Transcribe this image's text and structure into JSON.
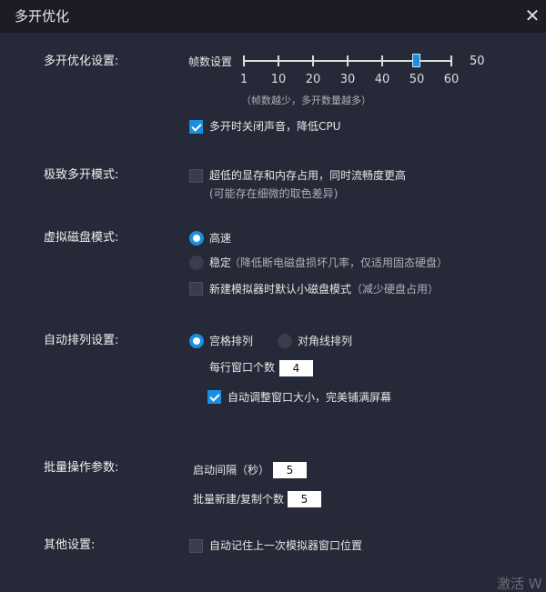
{
  "window": {
    "title": "多开优化",
    "close_icon": "close-icon"
  },
  "colors": {
    "accent": "#1a8fe0",
    "background": "#262937",
    "titlebar": "#1b1c25"
  },
  "multi_open": {
    "label": "多开优化设置:",
    "frame_label": "帧数设置",
    "slider": {
      "value": 50,
      "min": 1,
      "max": 60,
      "ticks": [
        "1",
        "10",
        "20",
        "30",
        "40",
        "50",
        "60"
      ]
    },
    "value_text": "50",
    "hint": "（帧数越少，多开数量越多）",
    "mute": {
      "label": "多开时关闭声音，降低CPU",
      "checked": true
    }
  },
  "extreme": {
    "label": "极致多开模式:",
    "option": "超低的显存和内存占用，同时流畅度更高",
    "note": "(可能存在细微的取色差异)",
    "checked": false
  },
  "disk": {
    "label": "虚拟磁盘模式:",
    "fast": "高速",
    "stable": "稳定",
    "stable_note": "（降低断电磁盘损坏几率，仅适用固态硬盘）",
    "selected": "高速",
    "small_disk": "新建模拟器时默认小磁盘模式",
    "small_disk_note": "（减少硬盘占用）",
    "small_disk_checked": false
  },
  "arrange": {
    "label": "自动排列设置:",
    "grid": "宫格排列",
    "diagonal": "对角线排列",
    "selected": "宫格排列",
    "per_row_label": "每行窗口个数",
    "per_row": "4",
    "auto_resize": "自动调整窗口大小，完美铺满屏幕",
    "auto_resize_checked": true
  },
  "batch": {
    "label": "批量操作参数:",
    "interval_label": "启动间隔（秒）",
    "interval": "5",
    "count_label": "批量新建/复制个数",
    "count": "5"
  },
  "other": {
    "label": "其他设置:",
    "remember": "自动记住上一次模拟器窗口位置",
    "remember_checked": false
  },
  "watermark": "激活 W"
}
